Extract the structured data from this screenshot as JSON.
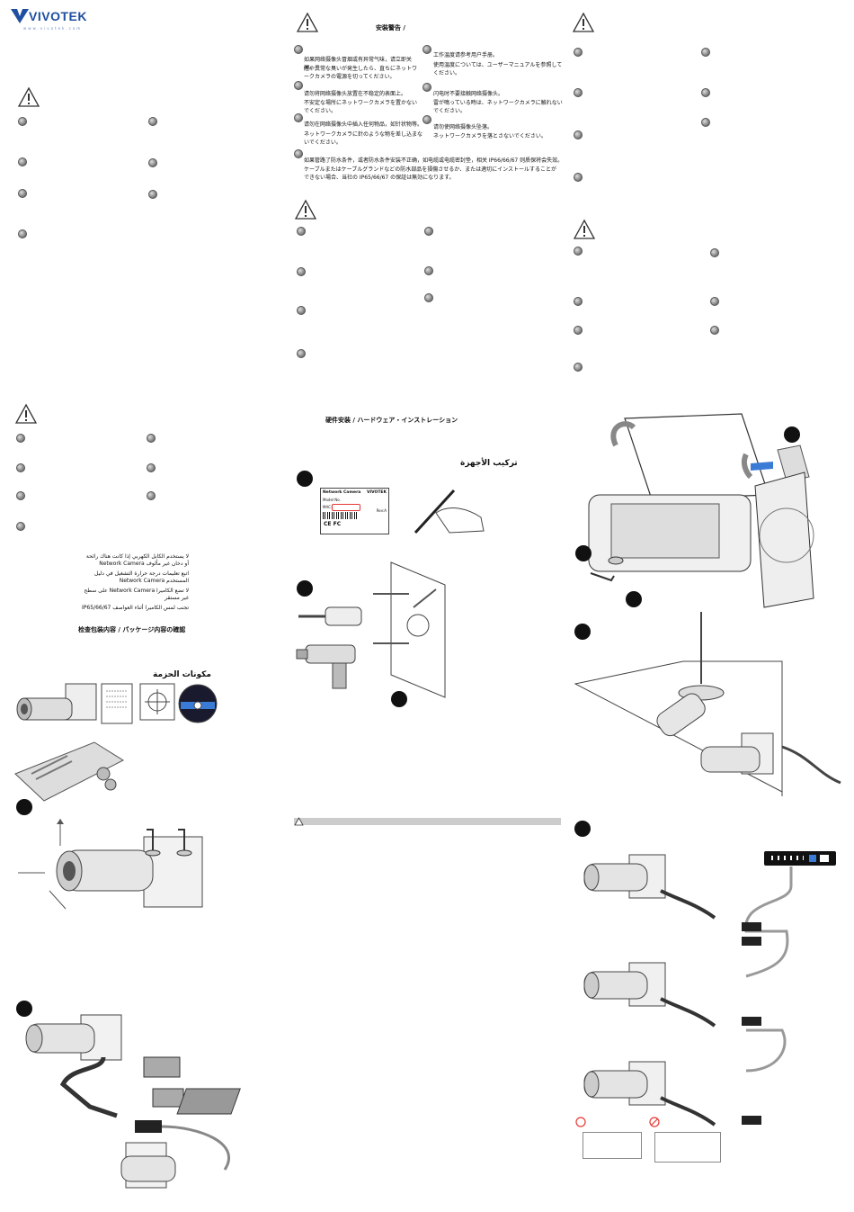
{
  "brand": {
    "name": "VIVOTEK",
    "tagline": "www.vivotek.com"
  },
  "safety": {
    "header_cn_jp": "安裝警告 /",
    "jp_items": [
      {
        "cn": "如果网络摄像头冒烟或有异常气味，请立即关闭。",
        "jp": "煙や異常な臭いが発生したら、直ちにネットワークカメラの電源を切ってください。"
      },
      {
        "cn": "工作温度请参考用户手册。",
        "jp": "使用温度については、ユーザーマニュアルを参照してください。"
      },
      {
        "cn": "请勿将网络摄像头放置在不稳定的表面上。",
        "jp": "不安定な場所にネットワークカメラを置かないでください。"
      },
      {
        "cn": "闪电时不要接触网络摄像头。",
        "jp": "雷が鳴っている時は、ネットワークカメラに触れないでください。"
      },
      {
        "cn": "请勿在网络摄像头中插入任何物品，如针状物等。",
        "jp": "ネットワークカメラに針のような物を差し込まないでください。"
      },
      {
        "cn": "请勿使网络摄像头坠落。",
        "jp": "ネットワークカメラを落とさないでください。"
      }
    ],
    "wide_item": {
      "cn": "如果管路了防水条件，或者防水条件安装不正确，如电缆或电缆密封垫，相关 IP66/66/67 则质保将会失效。",
      "jp": "ケーブルまたはケーブルグランドなどの防水部品を損傷させるか、または適切にインストールすることができない場合、当社の IP65/66/67 の保証は無効になります。"
    }
  },
  "install": {
    "header_cn_jp": "硬件安装 / ハードウェア・インストレーション",
    "header_ar": "تركيب الأجهزة",
    "label_card": {
      "title": "Network Camera",
      "model_label": "Model No.",
      "brand": "VIVOTEK",
      "mac": "MAC:",
      "rev": "Rev:A"
    }
  },
  "package": {
    "header_cn_jp": "检查包装内容 / パッケージ内容の確認",
    "header_ar": "مكونات الحزمة"
  },
  "arabic_items": [
    "لا يستخدم الكابل الكهربي إذا كانت هناك رائحة أو دخان غير مألوف Network Camera",
    "اتبع تعليمات درجة حرارة التشغيل في دليل المستخدم Network Camera",
    "لا تضع الكاميرا Network Camera على سطح غير مستقر",
    "تجنب لمس الكاميرا أثناء العواصف IP65/66/67"
  ],
  "colors": {
    "accent": "#e53935",
    "gray_bar": "#cfcfcf",
    "bullet": "#888888"
  }
}
